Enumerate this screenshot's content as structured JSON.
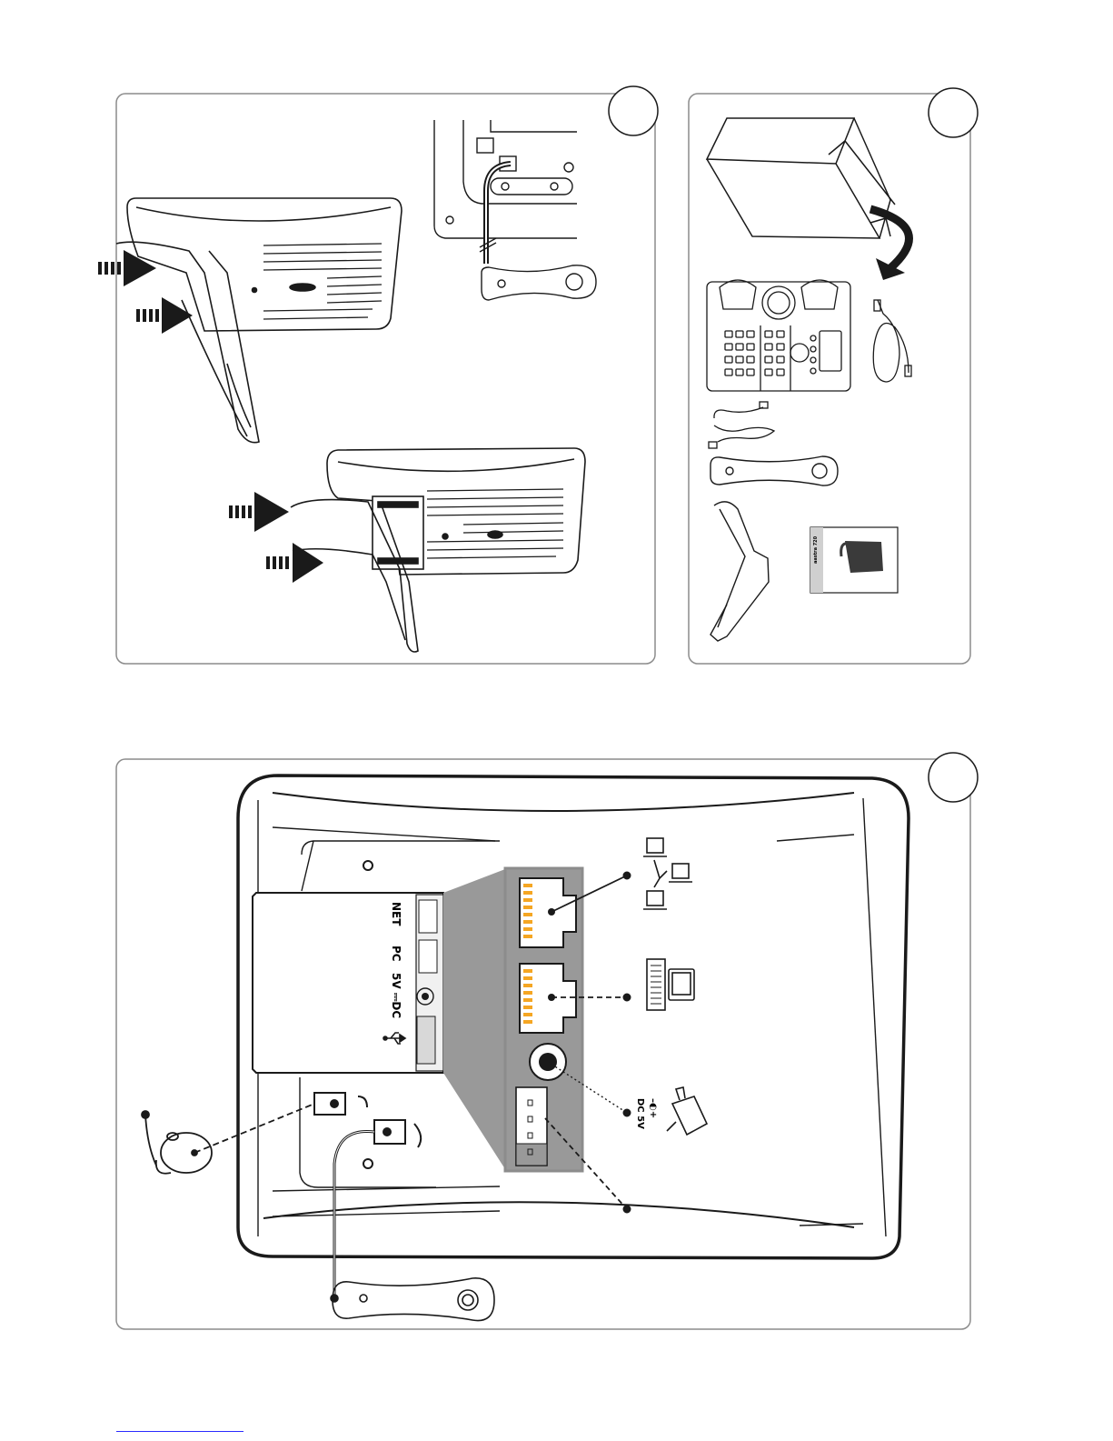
{
  "page": {
    "title": "Quick installation guide illustration",
    "step_badges": [
      "",
      "",
      ""
    ]
  },
  "ports": {
    "net": "NET",
    "pc": "PC",
    "power": "5V ⎓DC",
    "power_short": "DC 5V",
    "power_polarity": "–◐+",
    "usb": "USB"
  },
  "manual": {
    "brand": "aastra 720"
  },
  "colors": {
    "frame": "#8c8c8c",
    "ink": "#1a1a1a",
    "highlight": "#999999",
    "port_pin": "#f5a623"
  },
  "icons": {
    "network": "network-icon",
    "computer": "computer-icon",
    "power_adapter": "power-adapter-icon",
    "headset": "headset-icon",
    "handset": "handset-icon",
    "stand": "stand-icon",
    "box": "box-icon"
  }
}
